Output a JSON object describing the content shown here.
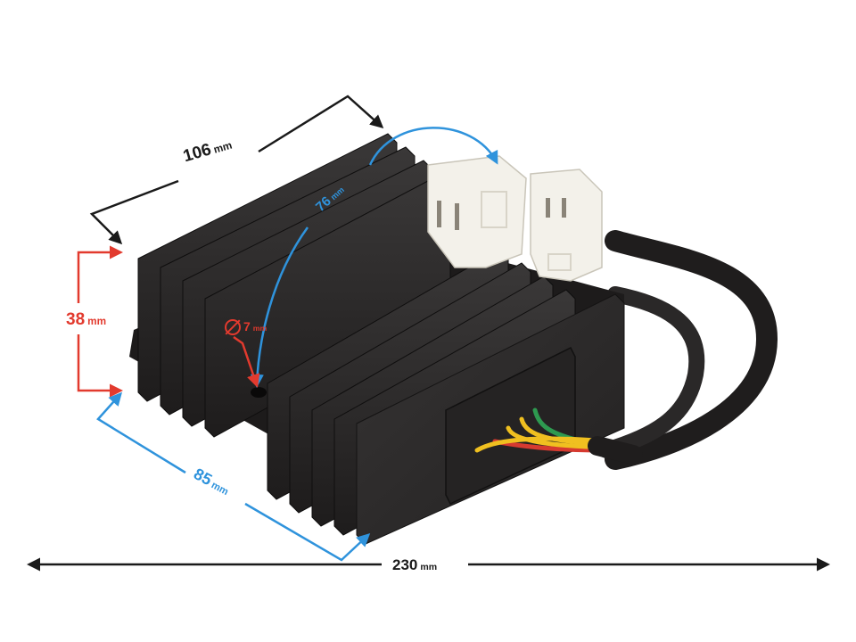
{
  "image": {
    "subject": "Motorcycle voltage regulator / rectifier with heatsink fins, two white connectors and a wire harness",
    "background_color": "#ffffff"
  },
  "dimensions": {
    "length": {
      "value": "106",
      "unit": "mm",
      "color": "#1a1a1a"
    },
    "connector_offset": {
      "value": "76",
      "unit": "mm",
      "color": "#2f93dc"
    },
    "height": {
      "value": "38",
      "unit": "mm",
      "color": "#e23a2e"
    },
    "mount_hole": {
      "value": "7",
      "unit": "mm",
      "symbol": "⌀",
      "color": "#e23a2e"
    },
    "width": {
      "value": "85",
      "unit": "mm",
      "color": "#2f93dc"
    },
    "cable_length": {
      "value": "230",
      "unit": "mm",
      "color": "#1a1a1a"
    }
  },
  "components": {
    "connectors": [
      "white 2-pin connector",
      "white 4-pin connector"
    ],
    "wire_colors": [
      "#f0c020",
      "#f0c020",
      "#f0c020",
      "#d63a30",
      "#2e9a50"
    ],
    "body_color": "#2a2828",
    "connector_color": "#f3f1ea"
  }
}
